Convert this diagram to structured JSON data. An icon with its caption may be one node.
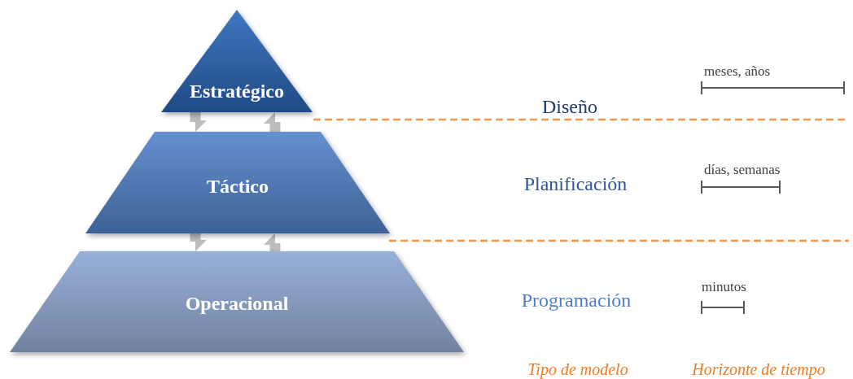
{
  "diagram": {
    "nodes": [
      {
        "text": [
          "Estratégico"
        ]
      },
      {
        "text": [
          "Táctico"
        ]
      },
      {
        "text": [
          "Operacional"
        ]
      }
    ],
    "edges": [
      {
        "from": 0,
        "to": 1,
        "arrow": "to"
      },
      {
        "from": 1,
        "to": 0,
        "arrow": "to"
      },
      {
        "from": 1,
        "to": 2,
        "arrow": "to"
      },
      {
        "from": 2,
        "to": 1,
        "arrow": "to"
      }
    ],
    "labels": [
      "Diseño",
      "meses, años",
      "Planificación",
      "días, semanas",
      "Programación",
      "minutos",
      "Tipo de modelo",
      "Horizonte de tiempo"
    ]
  }
}
